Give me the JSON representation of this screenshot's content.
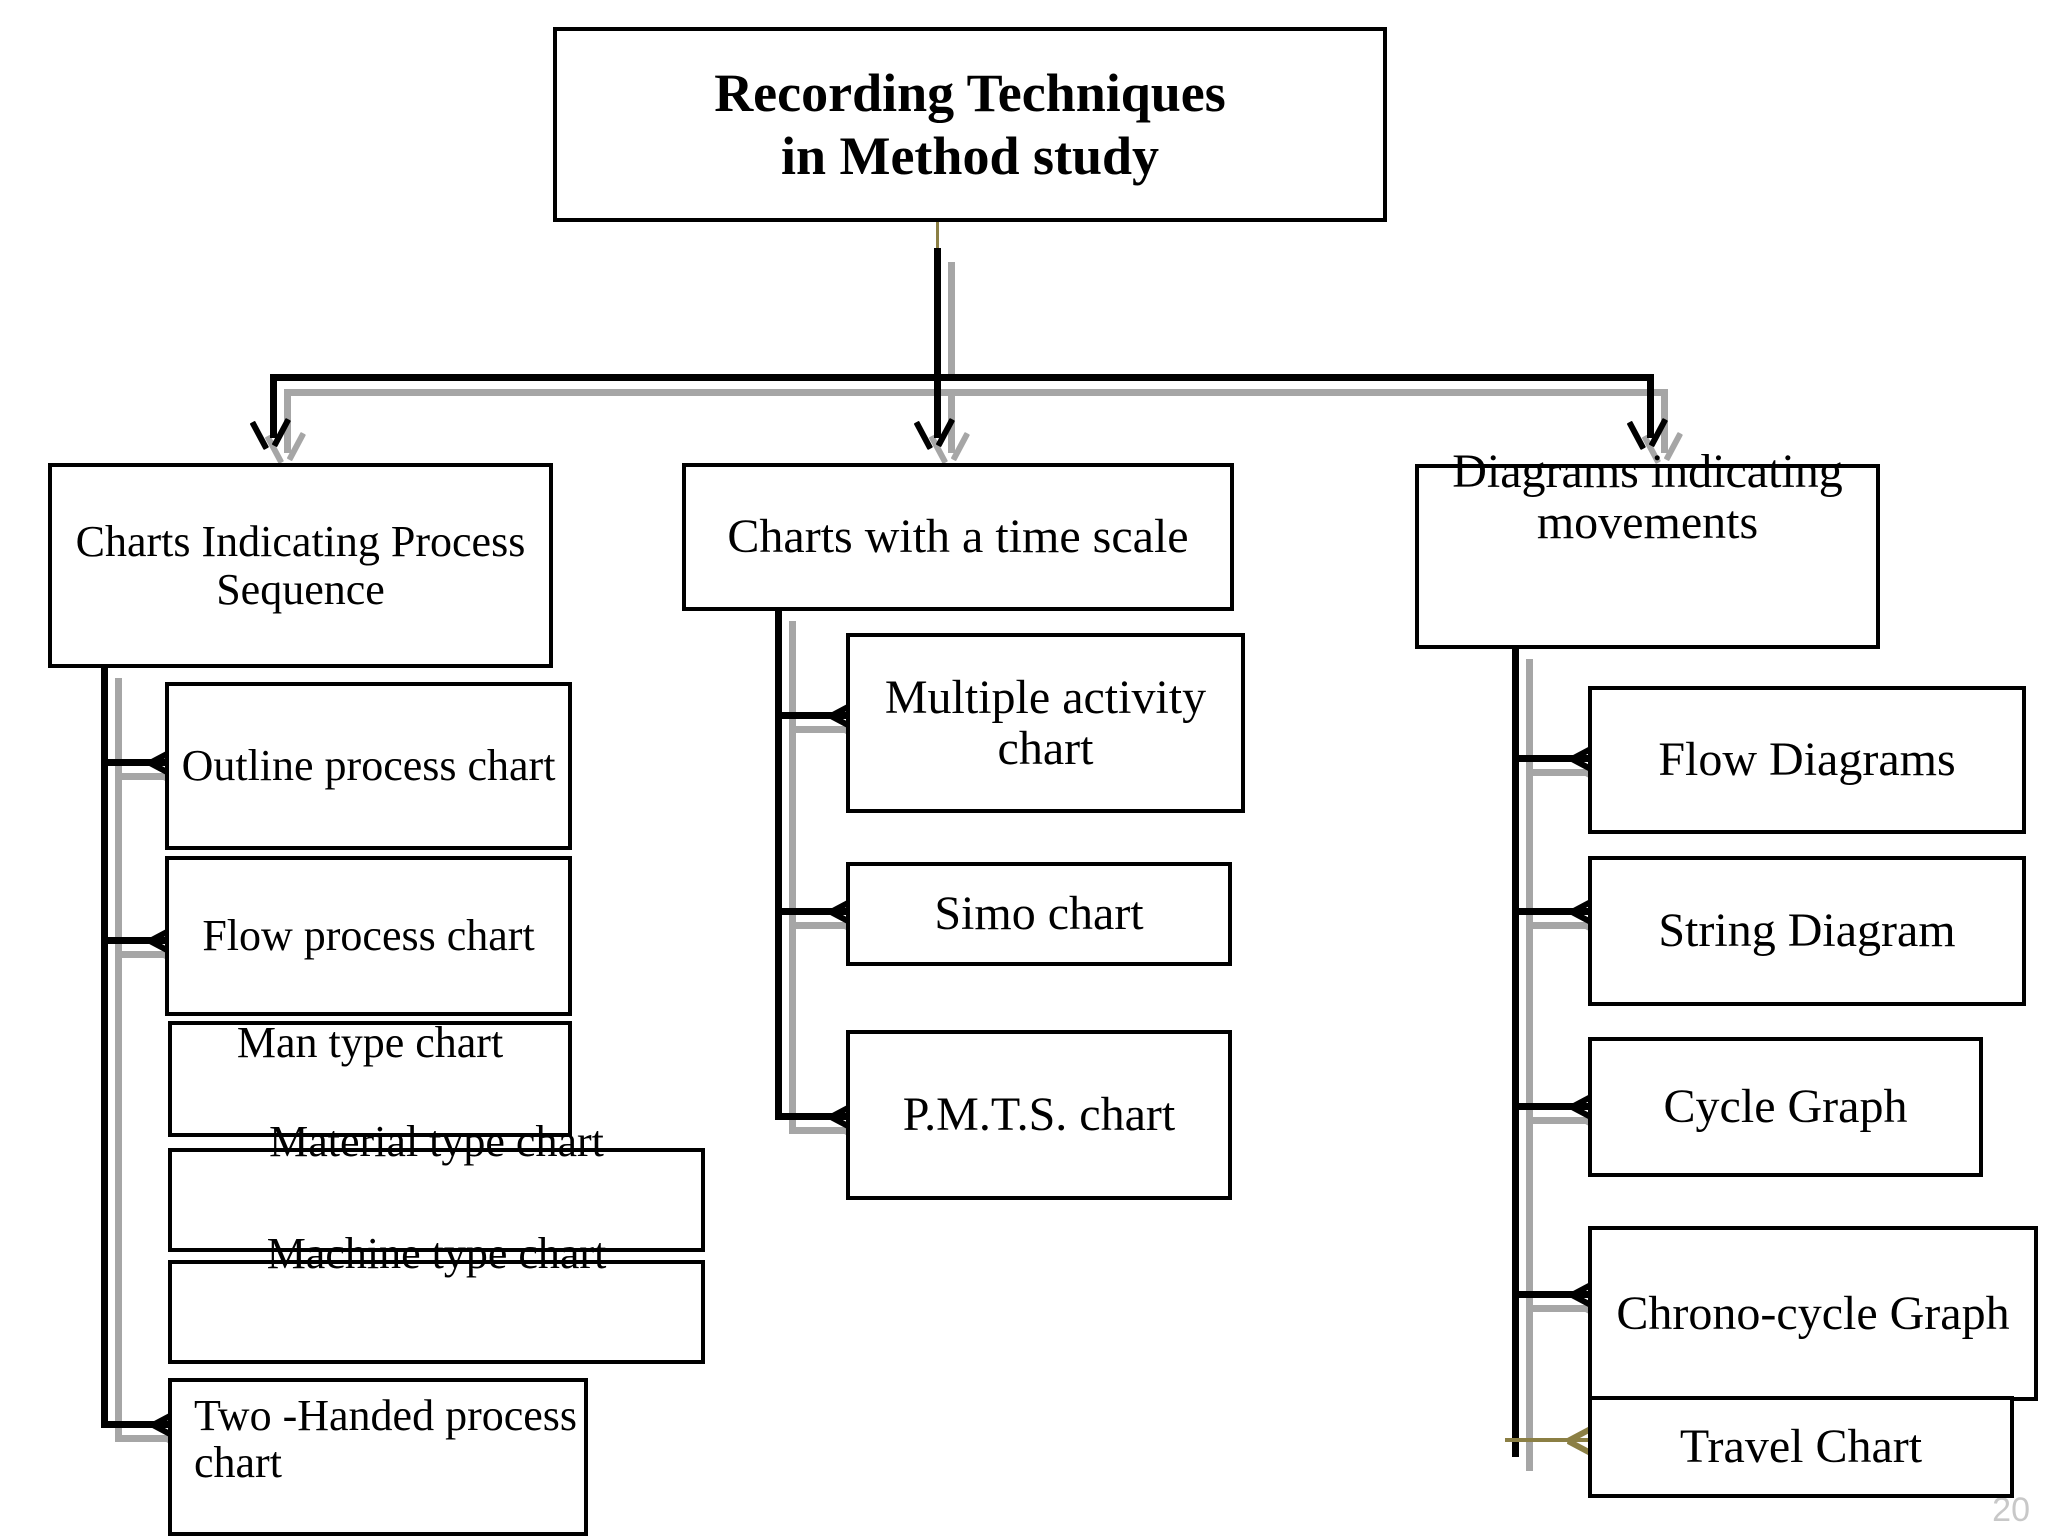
{
  "slide": {
    "page_number": "20",
    "colors": {
      "line": "#000000",
      "shadow": "#a6a6a6",
      "olive_arrow": "#8b7f44",
      "page_number": "#c8c8c8",
      "background": "#ffffff"
    }
  },
  "title": {
    "line1": "Recording Techniques",
    "line2": "in Method study"
  },
  "branches": [
    {
      "id": "process-sequence",
      "header": "Charts Indicating Process Sequence",
      "children": [
        {
          "label": "Outline process chart"
        },
        {
          "label": "Flow process chart"
        },
        {
          "label": "Man type chart"
        },
        {
          "label": "Material type chart"
        },
        {
          "label": "Machine type chart"
        },
        {
          "label": "Two -Handed process chart"
        }
      ]
    },
    {
      "id": "time-scale",
      "header": "Charts  with  a time scale",
      "children": [
        {
          "label": "Multiple activity  chart"
        },
        {
          "label": "Simo chart"
        },
        {
          "label": "P.M.T.S. chart"
        }
      ]
    },
    {
      "id": "movements",
      "header": "Diagrams indicating movements",
      "children": [
        {
          "label": "Flow Diagrams"
        },
        {
          "label": "String Diagram"
        },
        {
          "label": "Cycle Graph"
        },
        {
          "label": "Chrono-cycle Graph"
        },
        {
          "label": "Travel Chart"
        }
      ]
    }
  ]
}
